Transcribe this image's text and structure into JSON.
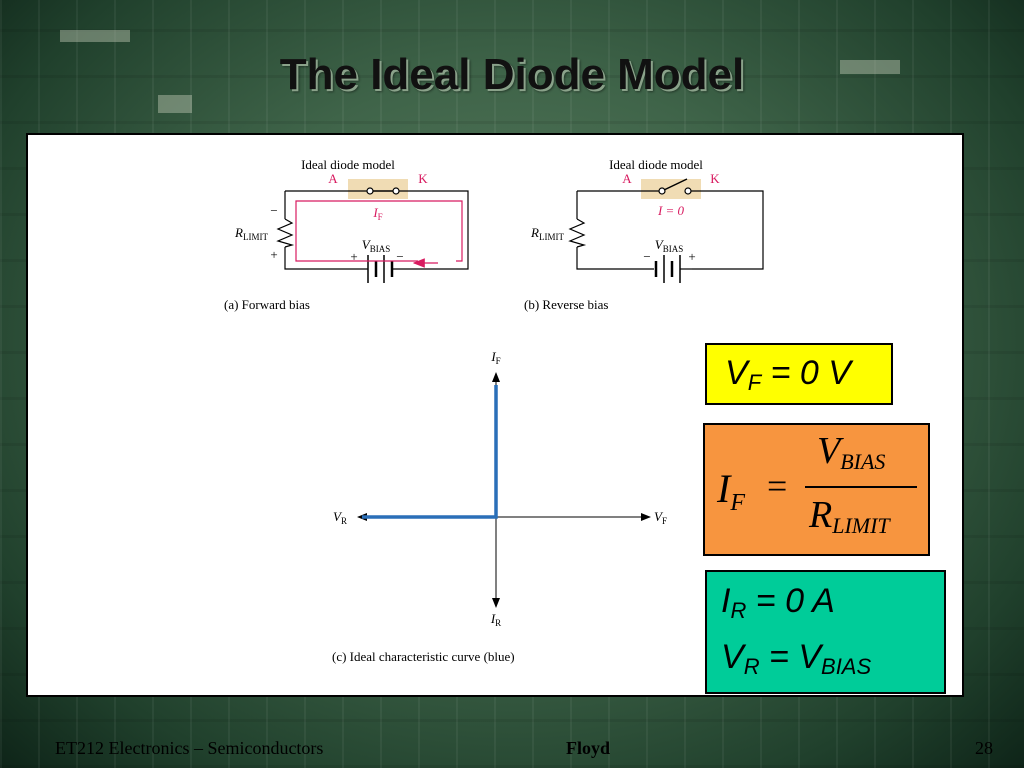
{
  "slide": {
    "title": "The Ideal Diode Model",
    "footer_left": "ET212 Electronics – Semiconductors",
    "footer_center": "Floyd",
    "footer_right": "28"
  },
  "forward": {
    "model_label": "Ideal diode model",
    "anode": "A",
    "cathode": "K",
    "current_main": "I",
    "current_sub": "F",
    "r_main": "R",
    "r_sub": "LIMIT",
    "r_top_sign": "−",
    "r_bottom_sign": "+",
    "v_main": "V",
    "v_sub": "BIAS",
    "batt_left_sign": "+",
    "batt_right_sign": "−",
    "caption": "(a) Forward bias"
  },
  "reverse": {
    "model_label": "Ideal diode model",
    "anode": "A",
    "cathode": "K",
    "current_label": "I = 0",
    "r_main": "R",
    "r_sub": "LIMIT",
    "v_main": "V",
    "v_sub": "BIAS",
    "batt_left_sign": "−",
    "batt_right_sign": "+",
    "caption": "(b) Reverse bias"
  },
  "curve": {
    "if_main": "I",
    "if_sub": "F",
    "ir_main": "I",
    "ir_sub": "R",
    "vr_main": "V",
    "vr_sub": "R",
    "vf_main": "V",
    "vf_sub": "F",
    "caption": "(c) Ideal characteristic curve (blue)",
    "curve_color": "#2a6fb8"
  },
  "equations": {
    "vf": {
      "v": "V",
      "sub": "F",
      "rest": " = 0 V"
    },
    "if": {
      "lhs": "I",
      "lhs_sub": "F",
      "op": "=",
      "num": "V",
      "num_sub": "BIAS",
      "den": "R",
      "den_sub": "LIMIT"
    },
    "ir": {
      "i": "I",
      "sub": "R",
      "rest": " = 0 A"
    },
    "vr": {
      "v": "V",
      "sub": "R",
      "mid": " = V",
      "sub2": "BIAS"
    }
  },
  "colors": {
    "vf_box": "#ffff00",
    "if_box": "#f7953f",
    "ir_box": "#00cc99",
    "circuit_current": "#d81b60",
    "diode_highlight": "#f0dcb4"
  }
}
